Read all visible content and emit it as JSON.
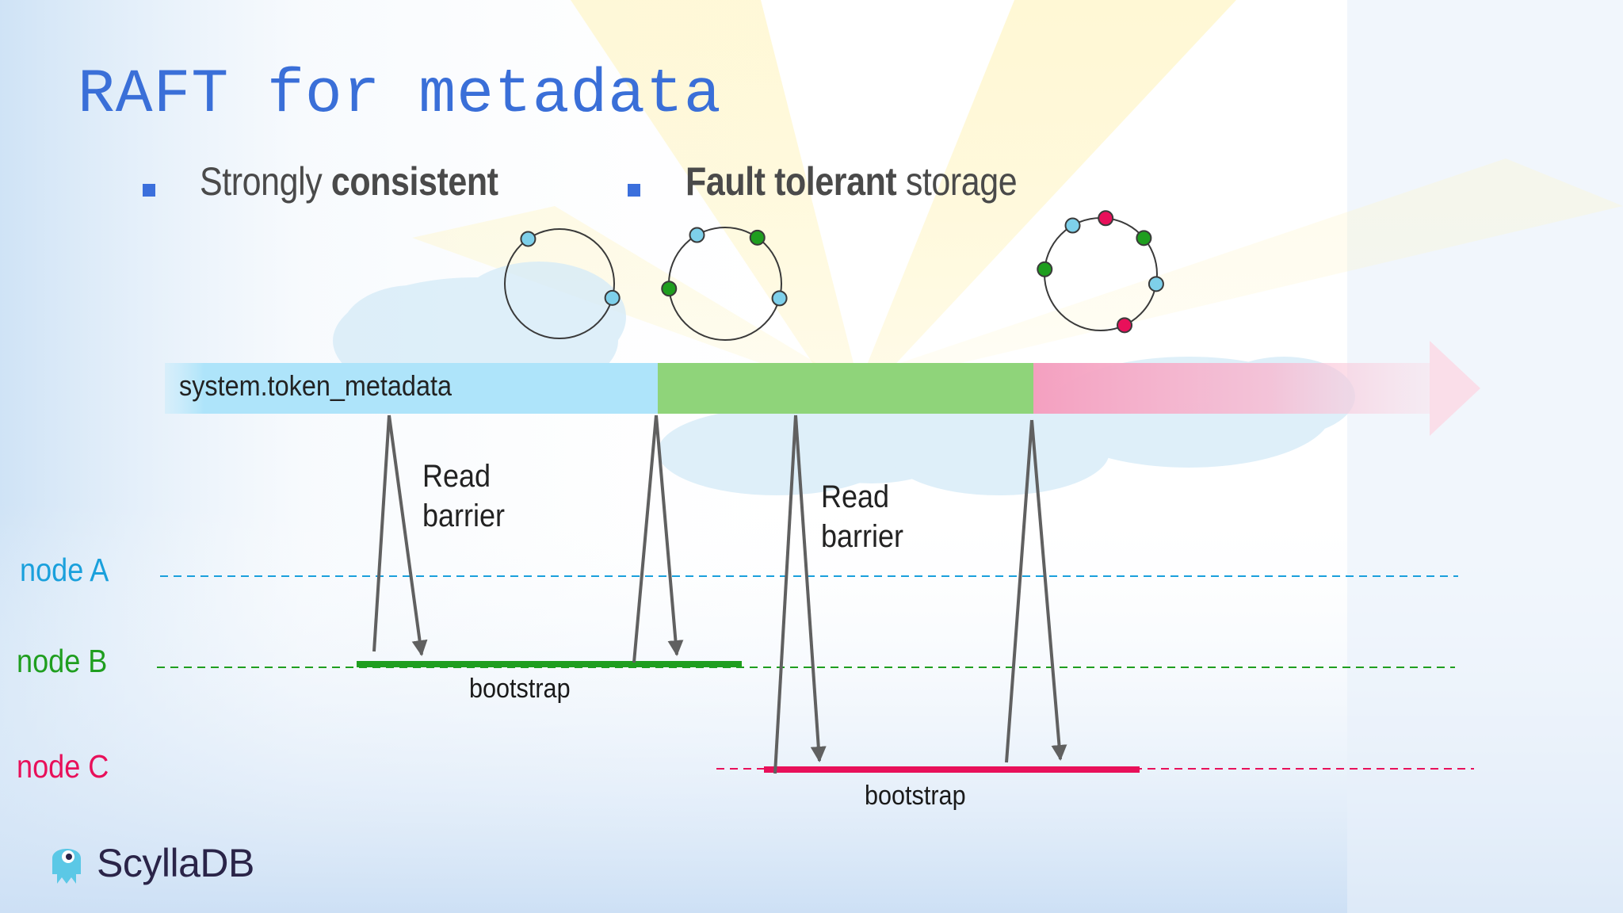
{
  "slide": {
    "title": "RAFT for metadata",
    "bullets": [
      {
        "normal_before": "Strongly ",
        "bold": "consistent",
        "normal_after": ""
      },
      {
        "normal_before": "",
        "bold": "Fault tolerant",
        "normal_after": " storage"
      }
    ]
  },
  "timeline": {
    "label": "system.token_metadata",
    "segment_colors": [
      "#aee4fa",
      "#8fd47a",
      "#f6a9c4"
    ]
  },
  "annotations": {
    "read_barrier_1": [
      "Read",
      "barrier"
    ],
    "read_barrier_2": [
      "Read",
      "barrier"
    ]
  },
  "nodes": [
    {
      "name": "node A",
      "color": "#1aa0dc"
    },
    {
      "name": "node B",
      "color": "#1f9e1f"
    },
    {
      "name": "node C",
      "color": "#e8105a"
    }
  ],
  "bootstraps": [
    {
      "label": "bootstrap",
      "node": "node B",
      "color": "#1f9e1f"
    },
    {
      "label": "bootstrap",
      "node": "node C",
      "color": "#e8105a"
    }
  ],
  "rings": [
    {
      "dots": [
        "#7ed0ea",
        "#7ed0ea"
      ]
    },
    {
      "dots": [
        "#7ed0ea",
        "#1f9e1f",
        "#1f9e1f",
        "#7ed0ea"
      ]
    },
    {
      "dots": [
        "#7ed0ea",
        "#e8105a",
        "#1f9e1f",
        "#1f9e1f",
        "#7ed0ea",
        "#e8105a"
      ]
    }
  ],
  "logo": {
    "text": "ScyllaDB",
    "icon": "scylla-monster-icon"
  },
  "colors": {
    "title": "#3a6fd8",
    "bullet_marker": "#3b6fdc",
    "arrow": "#606060"
  }
}
